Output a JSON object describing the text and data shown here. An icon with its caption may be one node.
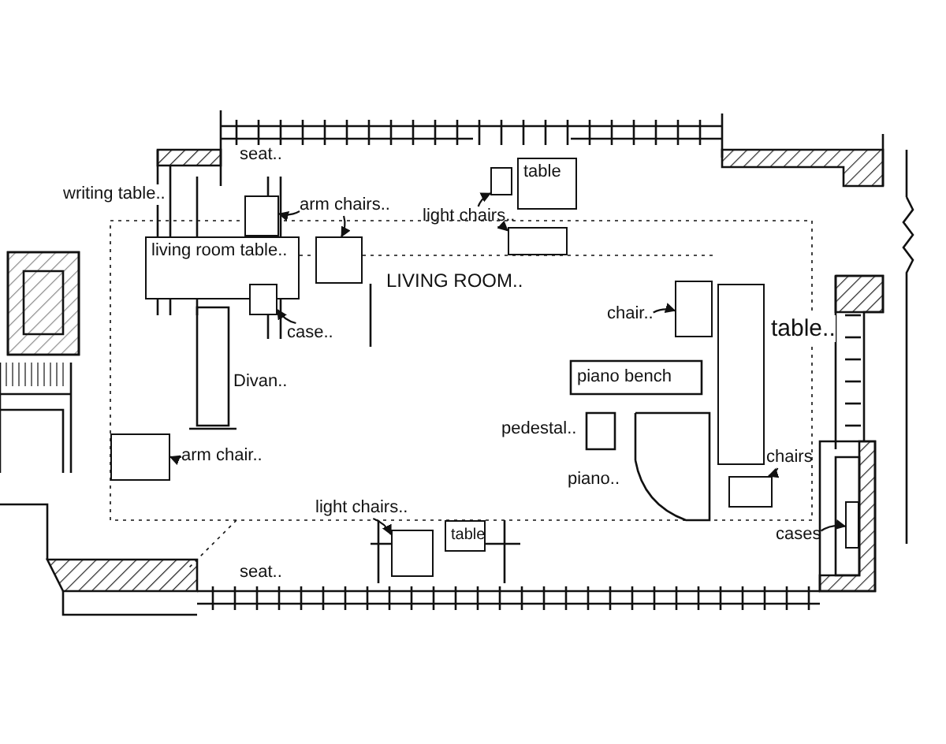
{
  "diagram": {
    "nodes": [
      {
        "text": [
          "table"
        ]
      },
      {
        "text": [],
        "shape": "box"
      },
      {
        "text": [],
        "shape": "box"
      },
      {
        "text": [
          "arm chairs.."
        ]
      },
      {
        "text": [],
        "shape": "box"
      },
      {
        "text": [
          "light chairs.."
        ]
      },
      {
        "text": [],
        "shape": "box"
      },
      {
        "text": [
          "living room table.."
        ]
      },
      {
        "text": [],
        "shape": "box"
      },
      {
        "text": [
          "case.."
        ]
      },
      {
        "text": [
          "chair.."
        ]
      },
      {
        "text": [],
        "shape": "box"
      },
      {
        "text": [
          "chairs"
        ]
      },
      {
        "text": [],
        "shape": "box"
      },
      {
        "text": [
          "cases"
        ]
      },
      {
        "text": [],
        "shape": "box"
      },
      {
        "text": [
          "arm chair.."
        ]
      },
      {
        "text": [],
        "shape": "box"
      },
      {
        "text": [
          "light chairs.."
        ]
      },
      {
        "text": [],
        "shape": "box"
      },
      {
        "text": [
          "table"
        ]
      },
      {
        "text": [],
        "shape": "box",
        "beside": [
          "table.."
        ]
      }
    ],
    "edges": [
      {
        "from": 3,
        "to": 2,
        "arrow": "to"
      },
      {
        "from": 3,
        "to": 4,
        "arrow": "to"
      },
      {
        "from": 5,
        "to": 1,
        "arrow": "to"
      },
      {
        "from": 5,
        "to": 6,
        "arrow": "to"
      },
      {
        "from": 9,
        "to": 8,
        "arrow": "to"
      },
      {
        "from": 10,
        "to": 11,
        "arrow": "to"
      },
      {
        "from": 12,
        "to": 13,
        "arrow": "to"
      },
      {
        "from": 14,
        "to": 15,
        "arrow": "to"
      },
      {
        "from": 16,
        "to": 17,
        "arrow": "to"
      },
      {
        "from": 18,
        "to": 19,
        "arrow": "to"
      }
    ],
    "labels": [
      "seat..",
      "writing table..",
      "LIVING ROOM..",
      "piano bench",
      "Divan..",
      "pedestal..",
      "piano..",
      "seat.."
    ]
  }
}
